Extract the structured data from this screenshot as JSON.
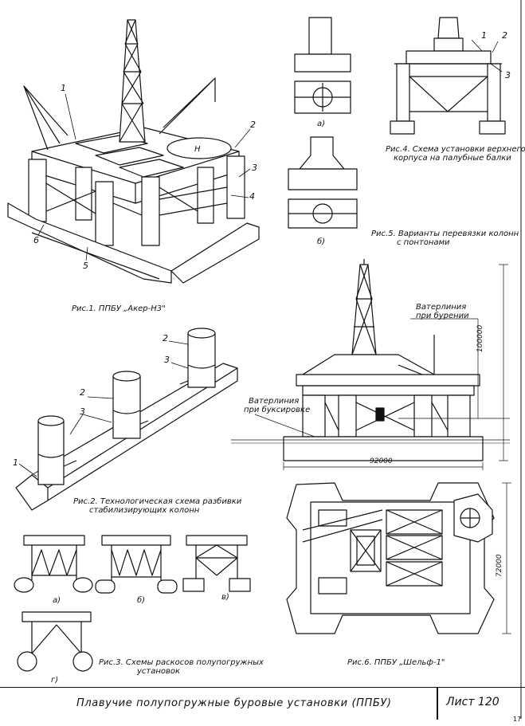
{
  "figures": {
    "fig1": {
      "caption": "Рис.1. ППБУ „Акер-Н3\"",
      "callouts": [
        "1",
        "2",
        "3",
        "4",
        "5",
        "6"
      ]
    },
    "fig2": {
      "caption_line1": "Рис.2. Технологическая схема разбивки",
      "caption_line2": "стабилизирующих колонн",
      "callouts": [
        "1",
        "2",
        "2",
        "3",
        "3"
      ]
    },
    "fig3": {
      "caption_line1": "Рис.3. Схемы раскосов полупогружных",
      "caption_line2": "установок",
      "variants": [
        "а)",
        "б)",
        "в)",
        "г)"
      ]
    },
    "fig4": {
      "caption_line1": "Рис.4. Схема установки верхнего",
      "caption_line2": "корпуса на палубные балки",
      "callouts": [
        "1",
        "2",
        "3"
      ]
    },
    "fig5": {
      "caption_line1": "Рис.5. Варианты перевязки колонн",
      "caption_line2": "с понтонами",
      "variants": [
        "а)",
        "б)"
      ]
    },
    "fig6": {
      "caption": "Рис.6. ППБУ „Шельф-1\"",
      "waterline_drilling_1": "Ватерлиния",
      "waterline_drilling_2": "при бурении",
      "waterline_towing_1": "Ватерлиния",
      "waterline_towing_2": "при буксировке",
      "dim_height": "100000",
      "dim_length": "92000",
      "dim_width": "72000"
    }
  },
  "footer": {
    "title": "Плавучие полупогружные буровые установки (ППБУ)",
    "sheet": "Лист 120"
  },
  "page_number": "17"
}
